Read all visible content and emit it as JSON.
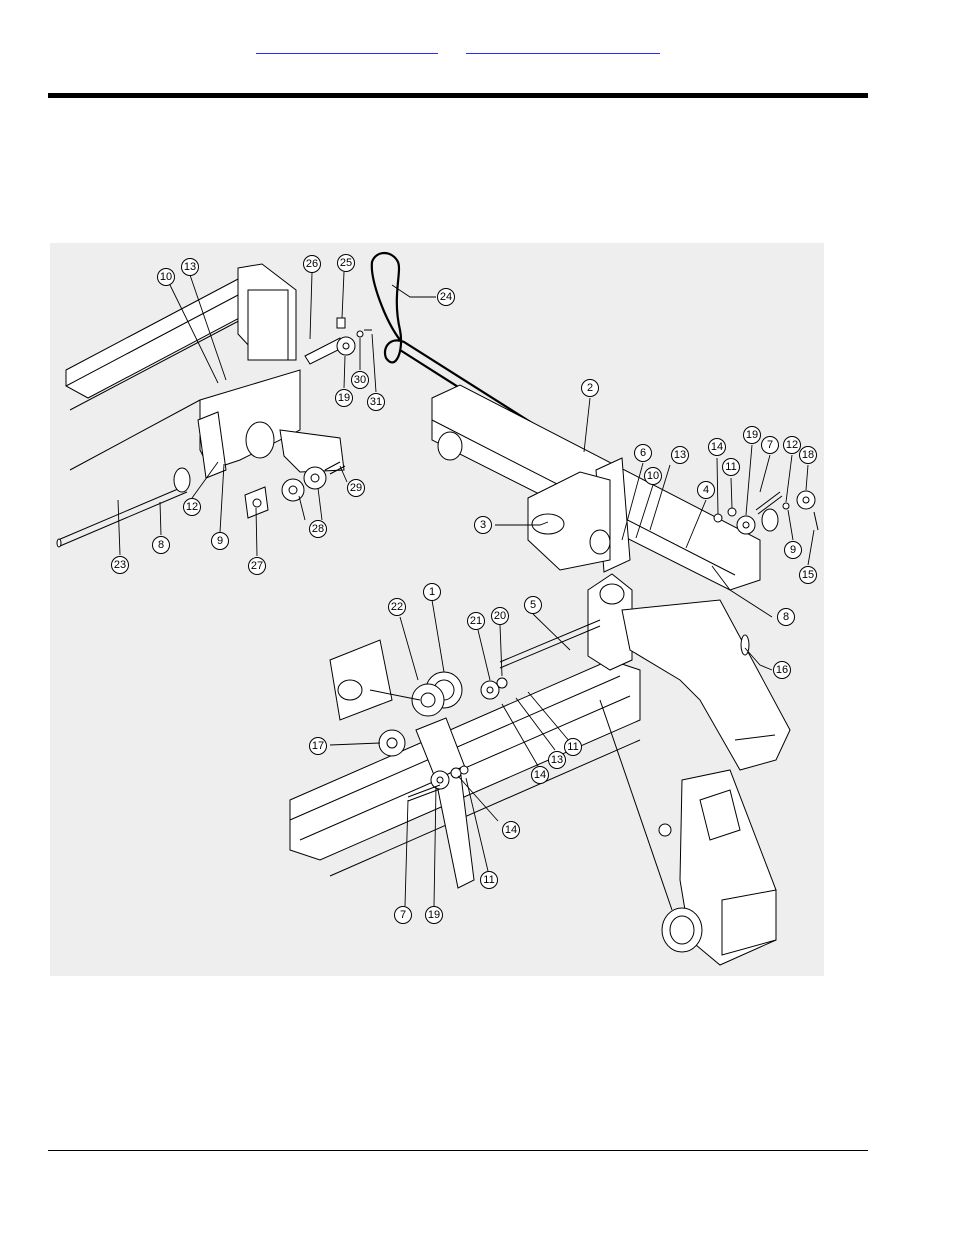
{
  "header": {
    "links": [
      {
        "text": ""
      },
      {
        "text": ""
      }
    ]
  },
  "diagram": {
    "callouts": [
      "1",
      "2",
      "3",
      "4",
      "5",
      "6",
      "7",
      "8",
      "9",
      "10",
      "11",
      "12",
      "13",
      "14",
      "15",
      "16",
      "17",
      "18",
      "19",
      "20",
      "21",
      "22",
      "23",
      "24",
      "25",
      "26",
      "27",
      "28",
      "29",
      "30",
      "31"
    ]
  }
}
